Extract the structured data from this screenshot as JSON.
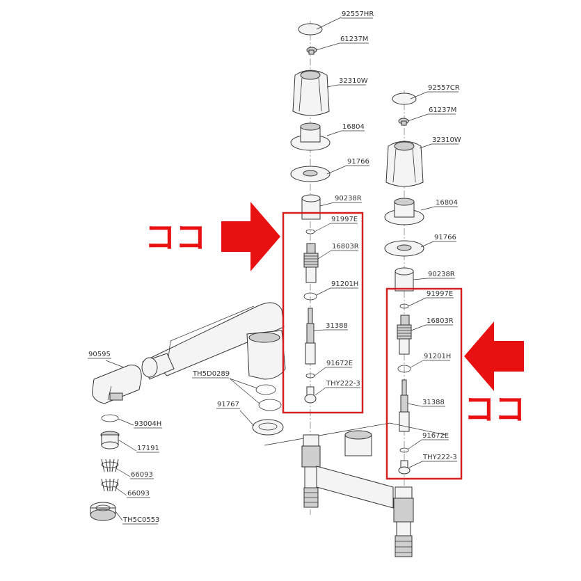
{
  "colors": {
    "highlight": "#e81010",
    "line": "#333333"
  },
  "callout_text": "ココ",
  "left_assembly_labels": [
    "92557HR",
    "61237M",
    "32310W",
    "16804",
    "91766",
    "90238R",
    "91997E",
    "16803R",
    "91201H",
    "31388",
    "91672E",
    "THY222-3"
  ],
  "right_assembly_labels": [
    "92557CR",
    "61237M",
    "32310W",
    "16804",
    "91766",
    "90238R",
    "91997E",
    "16803R",
    "91201H",
    "31388",
    "91672E",
    "THY222-3"
  ],
  "spout_labels": [
    "90595",
    "93004H",
    "17191",
    "66093",
    "66093",
    "TH5C0553"
  ],
  "body_labels": [
    "TH5D0289",
    "91767"
  ]
}
